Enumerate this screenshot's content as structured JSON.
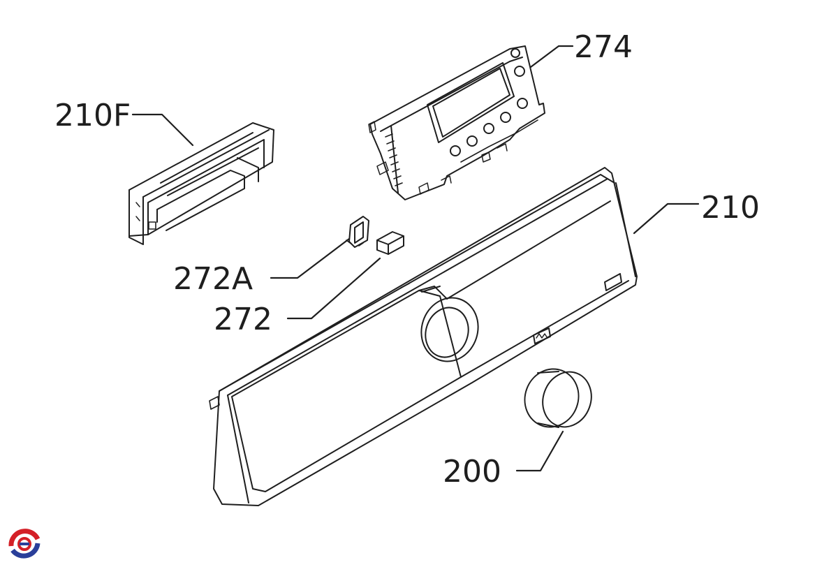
{
  "diagram": {
    "callouts": [
      {
        "id": "210F",
        "label": "210F"
      },
      {
        "id": "274",
        "label": "274"
      },
      {
        "id": "210",
        "label": "210"
      },
      {
        "id": "272A",
        "label": "272A"
      },
      {
        "id": "272",
        "label": "272"
      },
      {
        "id": "200",
        "label": "200"
      }
    ]
  },
  "colors": {
    "line": "#1e1e1e",
    "logo_red": "#d42027",
    "logo_blue": "#2a3f9a"
  }
}
